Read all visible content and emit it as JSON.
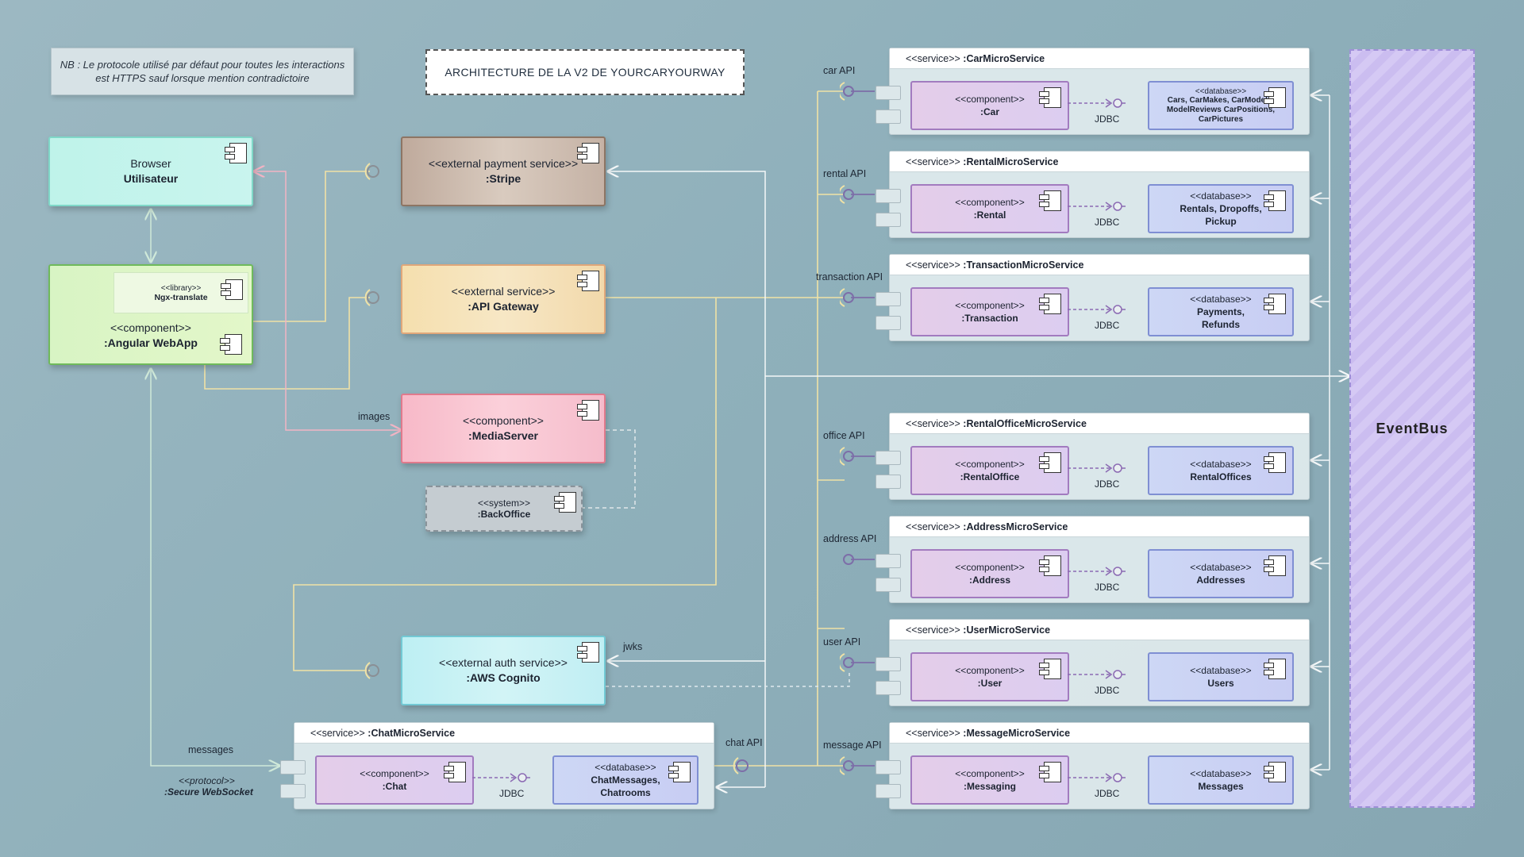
{
  "note": "NB : Le protocole utilisé par défaut pour toutes les interactions est HTTPS sauf lorsque mention contradictoire",
  "title": "ARCHITECTURE DE LA V2 DE YOURCARYOURWAY",
  "browser": {
    "stereotype": "Browser",
    "name": "Utilisateur"
  },
  "angular": {
    "library_stereo": "<<library>>",
    "library_name": "Ngx-translate",
    "stereotype": "<<component>>",
    "name": ":Angular WebApp"
  },
  "stripe": {
    "stereotype": "<<external payment service>>",
    "name": ":Stripe"
  },
  "gateway": {
    "stereotype": "<<external service>>",
    "name": ":API Gateway"
  },
  "media": {
    "stereotype": "<<component>>",
    "name": ":MediaServer"
  },
  "backoffice": {
    "stereotype": "<<system>>",
    "name": ":BackOffice"
  },
  "cognito": {
    "stereotype": "<<external auth service>>",
    "name": ":AWS Cognito"
  },
  "labels": {
    "images": "images",
    "jwks": "jwks",
    "messages": "messages",
    "protocol_stereo": "<<protocol>>",
    "protocol_name": ":Secure WebSocket",
    "chat_api": "chat API",
    "jdbc": "JDBC"
  },
  "chat": {
    "head_stereo": "<<service>>",
    "head_name": ":ChatMicroService",
    "comp_stereo": "<<component>>",
    "comp_name": ":Chat",
    "db_stereo": "<<database>>",
    "db_name": "ChatMessages, Chatrooms"
  },
  "eventbus": "EventBus",
  "services": [
    {
      "api": "car API",
      "head_stereo": "<<service>>",
      "head_name": ":CarMicroService",
      "comp_stereo": "<<component>>",
      "comp_name": ":Car",
      "db_stereo": "<<database>>",
      "db_name": "Cars, CarMakes, CarModels, ModelReviews CarPositions, CarPictures"
    },
    {
      "api": "rental API",
      "head_stereo": "<<service>>",
      "head_name": ":RentalMicroService",
      "comp_stereo": "<<component>>",
      "comp_name": ":Rental",
      "db_stereo": "<<database>>",
      "db_name": "Rentals, Dropoffs, Pickup"
    },
    {
      "api": "transaction API",
      "head_stereo": "<<service>>",
      "head_name": ":TransactionMicroService",
      "comp_stereo": "<<component>>",
      "comp_name": ":Transaction",
      "db_stereo": "<<database>>",
      "db_name": "Payments, Refunds"
    },
    {
      "api": "office API",
      "head_stereo": "<<service>>",
      "head_name": ":RentalOfficeMicroService",
      "comp_stereo": "<<component>>",
      "comp_name": ":RentalOffice",
      "db_stereo": "<<database>>",
      "db_name": "RentalOffices"
    },
    {
      "api": "address API",
      "head_stereo": "<<service>>",
      "head_name": ":AddressMicroService",
      "comp_stereo": "<<component>>",
      "comp_name": ":Address",
      "db_stereo": "<<database>>",
      "db_name": "Addresses"
    },
    {
      "api": "user API",
      "head_stereo": "<<service>>",
      "head_name": ":UserMicroService",
      "comp_stereo": "<<component>>",
      "comp_name": ":User",
      "db_stereo": "<<database>>",
      "db_name": "Users"
    },
    {
      "api": "message API",
      "head_stereo": "<<service>>",
      "head_name": ":MessageMicroService",
      "comp_stereo": "<<component>>",
      "comp_name": ":Messaging",
      "db_stereo": "<<database>>",
      "db_name": "Messages"
    }
  ]
}
